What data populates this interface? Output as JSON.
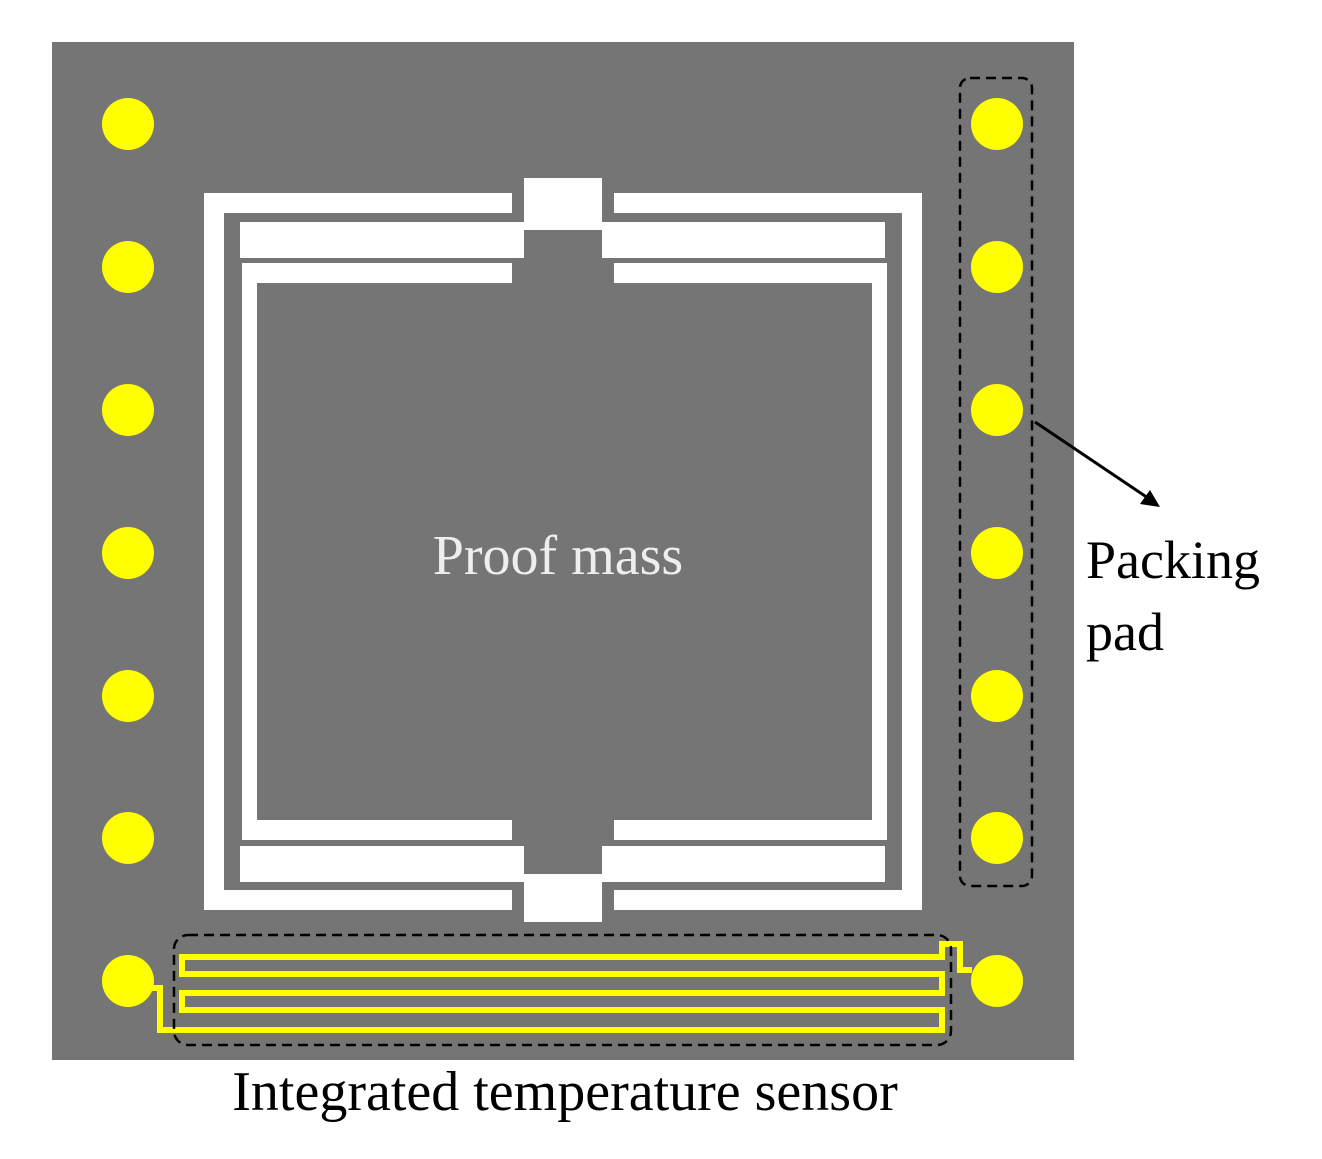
{
  "labels": {
    "proof_mass": "Proof mass",
    "packing_pad_line1": "Packing",
    "packing_pad_line2": "pad",
    "temperature_sensor": "Integrated temperature sensor"
  },
  "colors": {
    "chip_background": "#757575",
    "spring_structure": "#ffffff",
    "pad": "#ffff00",
    "annotation": "#000000",
    "caption_inner": "#eeeeee"
  },
  "pads": {
    "left_column_count": 7,
    "right_column_count": 7,
    "sensor_terminals": 2
  }
}
